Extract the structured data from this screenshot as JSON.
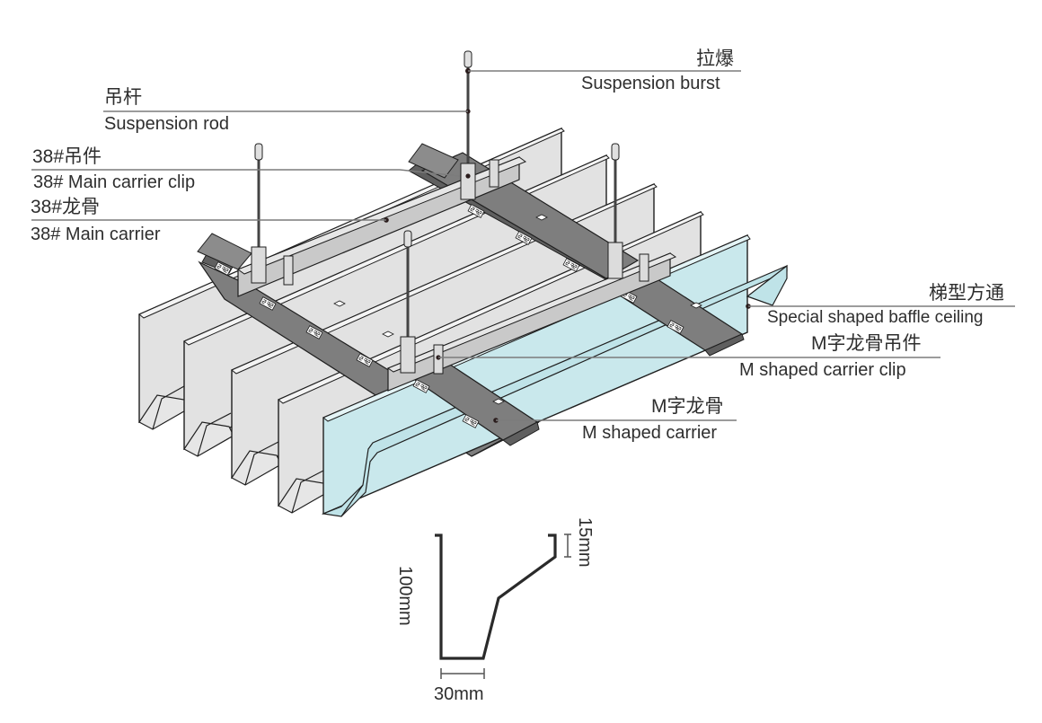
{
  "diagram": {
    "type": "exploded ceiling installation diagram",
    "colors": {
      "baffle_gray": "#e2e2e2",
      "baffle_highlight": "#c9e8ec",
      "main_carrier": "#bdbdbd",
      "m_carrier": "#7e7e7e",
      "outline": "#1f1f1f",
      "leader": "#7c7c7c"
    },
    "labels": [
      {
        "id": "suspension-burst",
        "cn": "拉爆",
        "en": "Suspension burst"
      },
      {
        "id": "suspension-rod",
        "cn": "吊杆",
        "en": "Suspension rod"
      },
      {
        "id": "main-carrier-clip",
        "cn": "38#吊件",
        "en": "38# Main carrier clip"
      },
      {
        "id": "main-carrier",
        "cn": "38#龙骨",
        "en": "38# Main carrier"
      },
      {
        "id": "baffle-ceiling",
        "cn": "梯型方通",
        "en": "Special shaped baffle ceiling"
      },
      {
        "id": "m-carrier-clip",
        "cn": "M字龙骨吊件",
        "en": "M shaped carrier clip"
      },
      {
        "id": "m-carrier",
        "cn": "M字龙骨",
        "en": "M shaped carrier"
      }
    ],
    "profile": {
      "title": "Baffle cross-section",
      "height_label": "100mm",
      "lip_label": "15mm",
      "width_label": "30mm"
    },
    "carrier_marking": "SRS"
  }
}
